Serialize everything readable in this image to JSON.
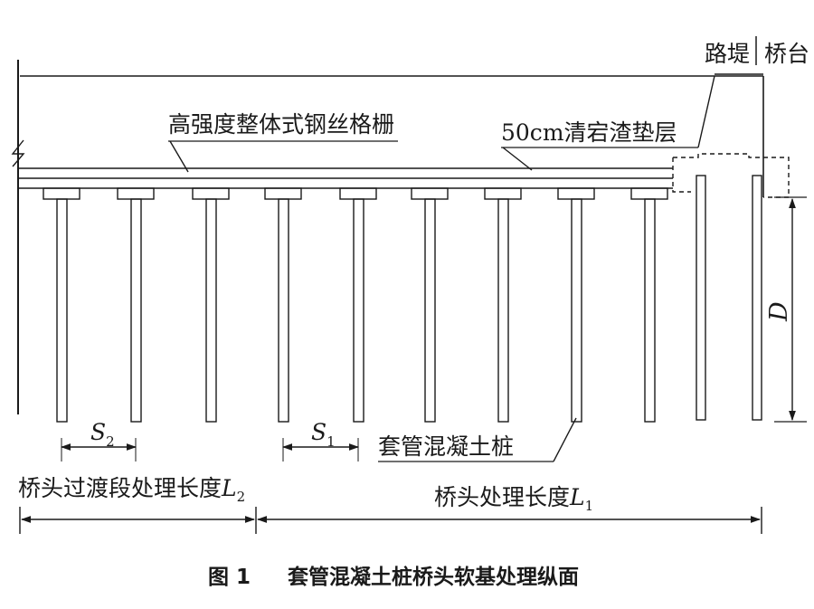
{
  "labels": {
    "embankment": "路堤",
    "abutment": "桥台",
    "geogrid": "高强度整体式钢丝格栅",
    "gravel_layer": "50cm清宕渣垫层",
    "pile": "套管混凝土桩",
    "depth": "D",
    "spacing1_letter": "S",
    "spacing1_sub": "1",
    "spacing2_letter": "S",
    "spacing2_sub": "2",
    "transition_length_text": "桥头过渡段处理长度",
    "transition_length_letter": "L",
    "transition_length_sub": "2",
    "treatment_length_text": "桥头处理长度",
    "treatment_length_letter": "L",
    "treatment_length_sub": "1"
  },
  "caption": {
    "figure_no": "图 1",
    "title": "套管混凝土桩桥头软基处理纵面"
  }
}
